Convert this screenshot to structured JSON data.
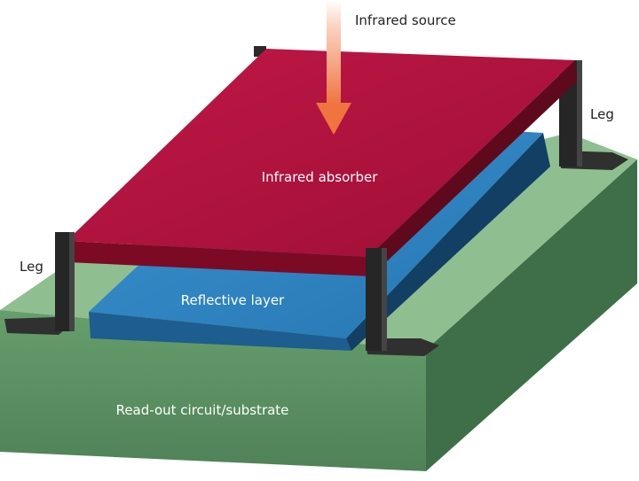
{
  "labels": {
    "infrared_source": "Infrared source",
    "infrared_absorber": "Infrared absorber",
    "reflective_layer": "Reflective layer",
    "substrate": "Read-out circuit/substrate",
    "leg_right": "Leg",
    "leg_left": "Leg"
  },
  "colors": {
    "absorber_top": "#b0123c",
    "absorber_side": "#7c0a25",
    "reflector_top": "#2f86c4",
    "reflector_side": "#1d5d8f",
    "substrate_top": "#8fbf90",
    "substrate_front": "#5d9265",
    "substrate_right": "#3f6f48",
    "leg": "#2a2a2a",
    "arrow": "#f2784a"
  }
}
